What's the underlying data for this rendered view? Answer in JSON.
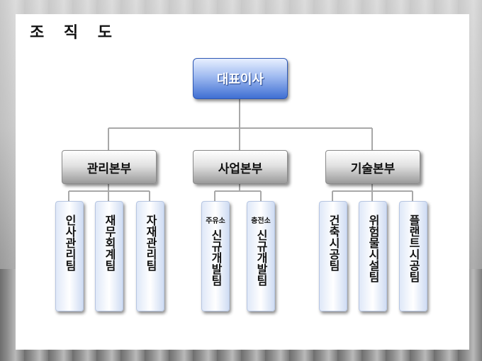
{
  "title": "조 직 도",
  "ceo": "대표이사",
  "divisions": [
    {
      "label": "관리본부",
      "teams": [
        "인사관리팀",
        "재무회계팀",
        "자재관리팀"
      ]
    },
    {
      "label": "사업본부",
      "teams": [
        "신규개발팀",
        "신규개발팀"
      ],
      "team_prefixes": [
        "주유소",
        "충전소"
      ]
    },
    {
      "label": "기술본부",
      "teams": [
        "건축시공팀",
        "위험물시설팀",
        "플랜트시공팀"
      ]
    }
  ],
  "colors": {
    "ceo_box": "#3f6fd3",
    "lines": "#a8a8a8",
    "team_box": "#dfe8f8"
  }
}
